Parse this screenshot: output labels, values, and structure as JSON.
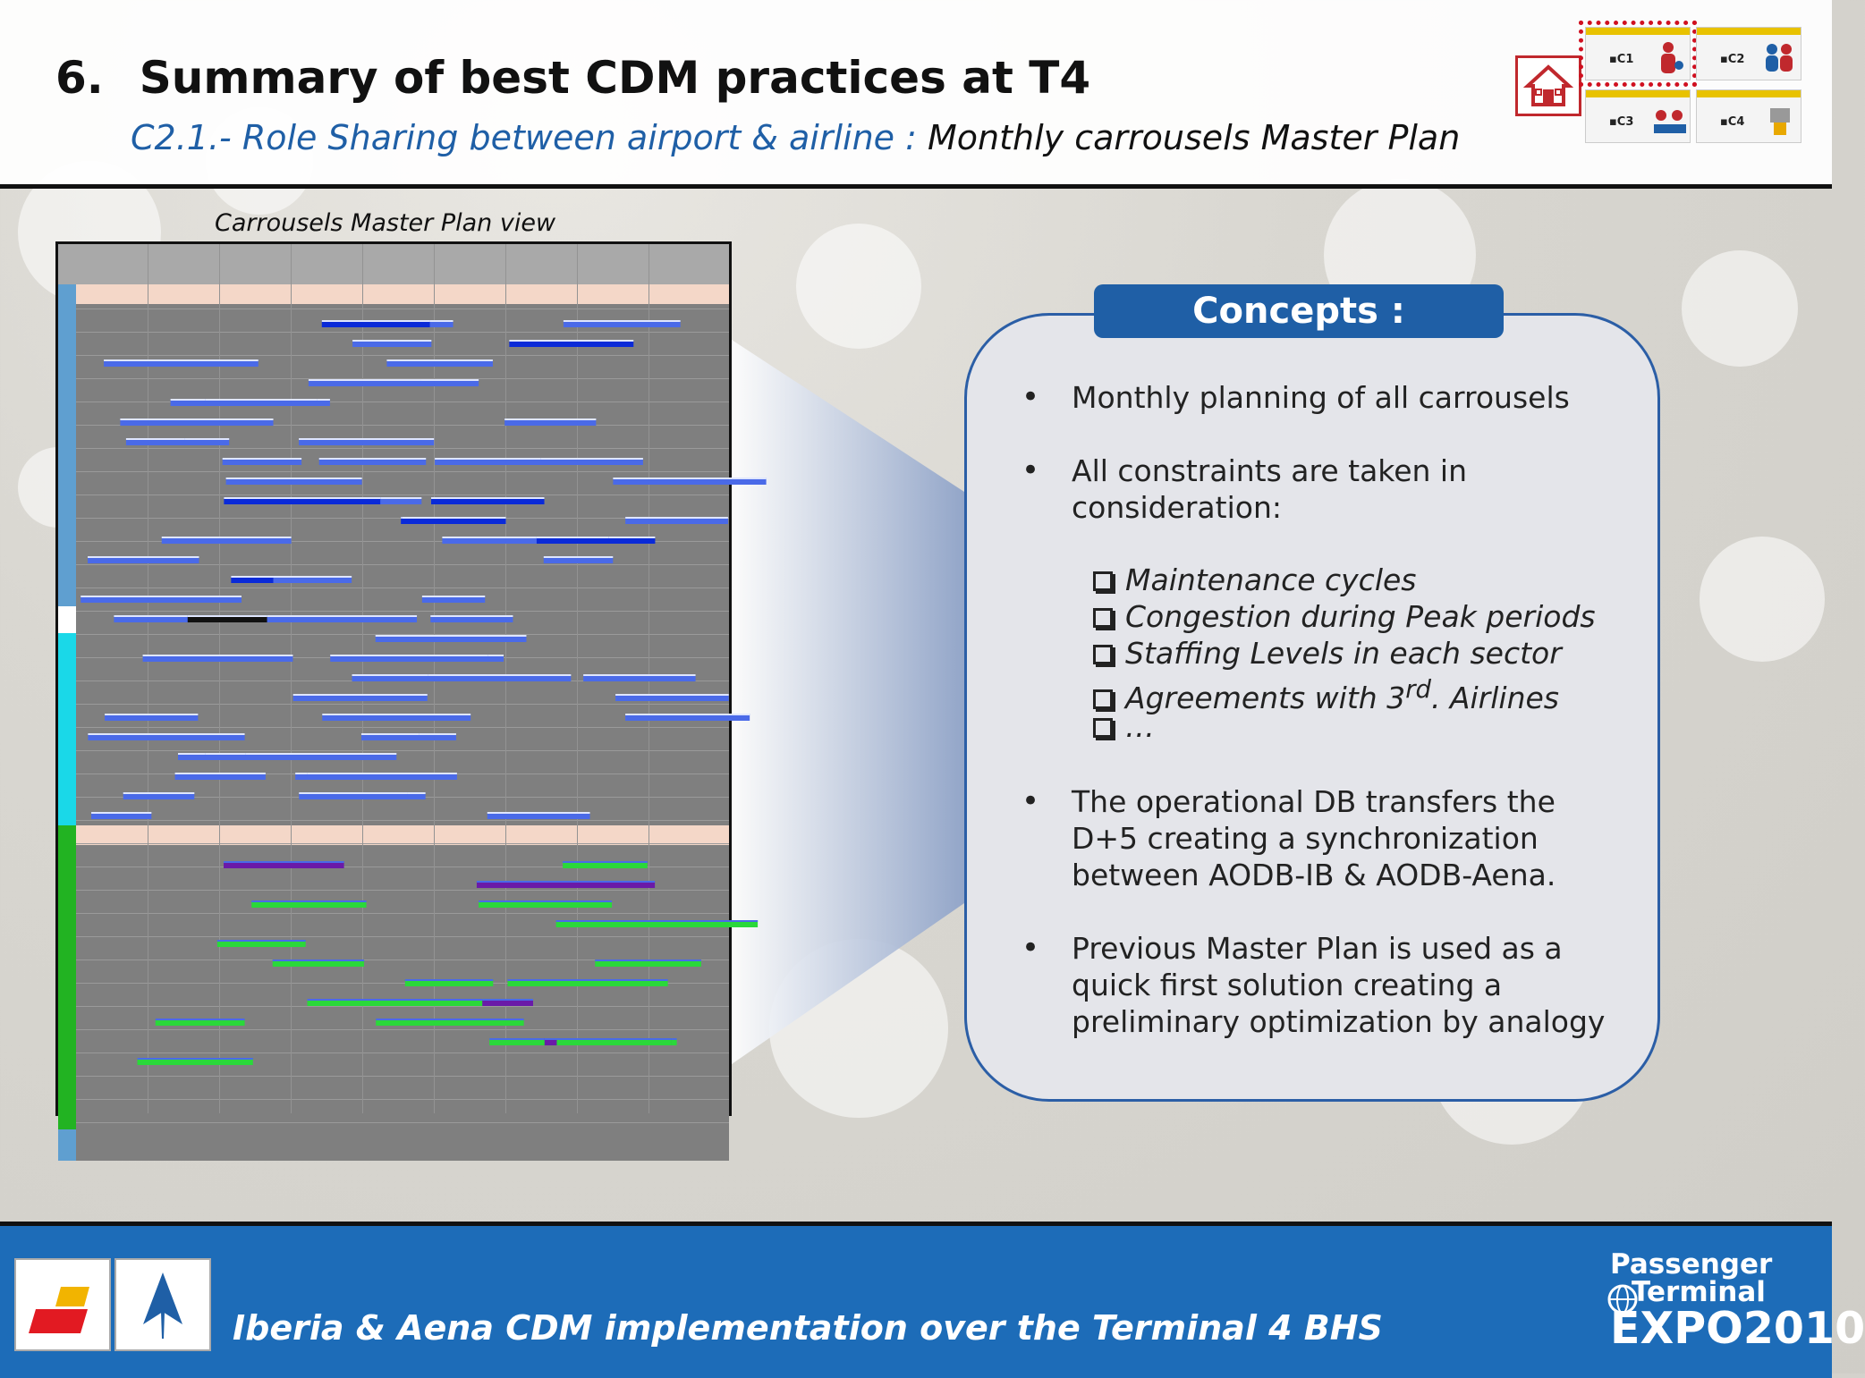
{
  "header": {
    "number": "6.",
    "title": "Summary of best CDM practices at T4",
    "subtitle_blue": "C2.1.- Role Sharing between airport & airline :",
    "subtitle_black": " Monthly  carrousels Master Plan"
  },
  "nav": {
    "cells": [
      {
        "label": "▪C1",
        "active": true
      },
      {
        "label": "▪C2",
        "active": false
      },
      {
        "label": "▪C3",
        "active": false
      },
      {
        "label": "▪C4",
        "active": false
      }
    ]
  },
  "view_caption": "Carrousels Master Plan view",
  "concepts": {
    "title": "Concepts :",
    "bullets": [
      "Monthly planning of all carrousels",
      "All constraints are taken in consideration:",
      "The operational DB transfers the D+5 creating a synchronization between AODB-IB & AODB-Aena.",
      "Previous Master Plan is used as a quick first solution creating a preliminary optimization by analogy"
    ],
    "bullet_symbol": "•",
    "constraints": [
      "Maintenance cycles",
      "Congestion during Peak periods",
      "Staffing Levels in each sector",
      "Agreements with 3",
      "…"
    ],
    "constraint_sup": "rd",
    "constraint_suffix": ". Airlines"
  },
  "footer": {
    "text": "Iberia & Aena CDM implementation over the Terminal 4 BHS",
    "expo_line1": "Passenger",
    "expo_line2": "Terminal",
    "expo_line3": "EXPO2010"
  },
  "colors": {
    "accent_blue": "#1f5fa6",
    "footer_blue": "#1d6cb8",
    "nav_active": "#d01020"
  }
}
